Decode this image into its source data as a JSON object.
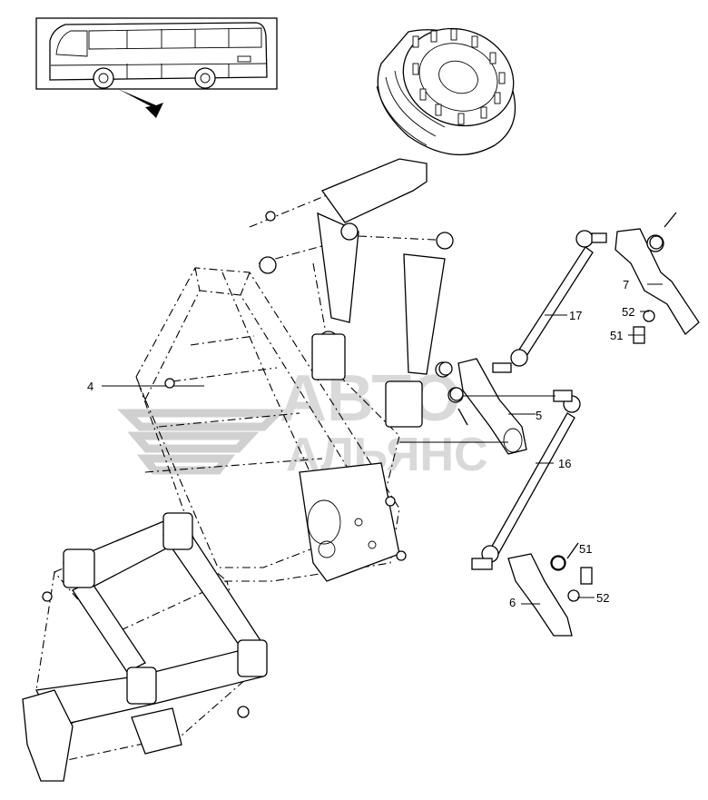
{
  "watermark": {
    "line1": "АВТО",
    "line2": "АЛЬЯНС"
  },
  "callouts": [
    {
      "id": "c4",
      "text": "4"
    },
    {
      "id": "c17",
      "text": "17"
    },
    {
      "id": "c7",
      "text": "7"
    },
    {
      "id": "c52a",
      "text": "52"
    },
    {
      "id": "c51a",
      "text": "51"
    },
    {
      "id": "c5",
      "text": "5"
    },
    {
      "id": "c16",
      "text": "16"
    },
    {
      "id": "c51b",
      "text": "51"
    },
    {
      "id": "c6",
      "text": "6"
    },
    {
      "id": "c52b",
      "text": "52"
    }
  ]
}
